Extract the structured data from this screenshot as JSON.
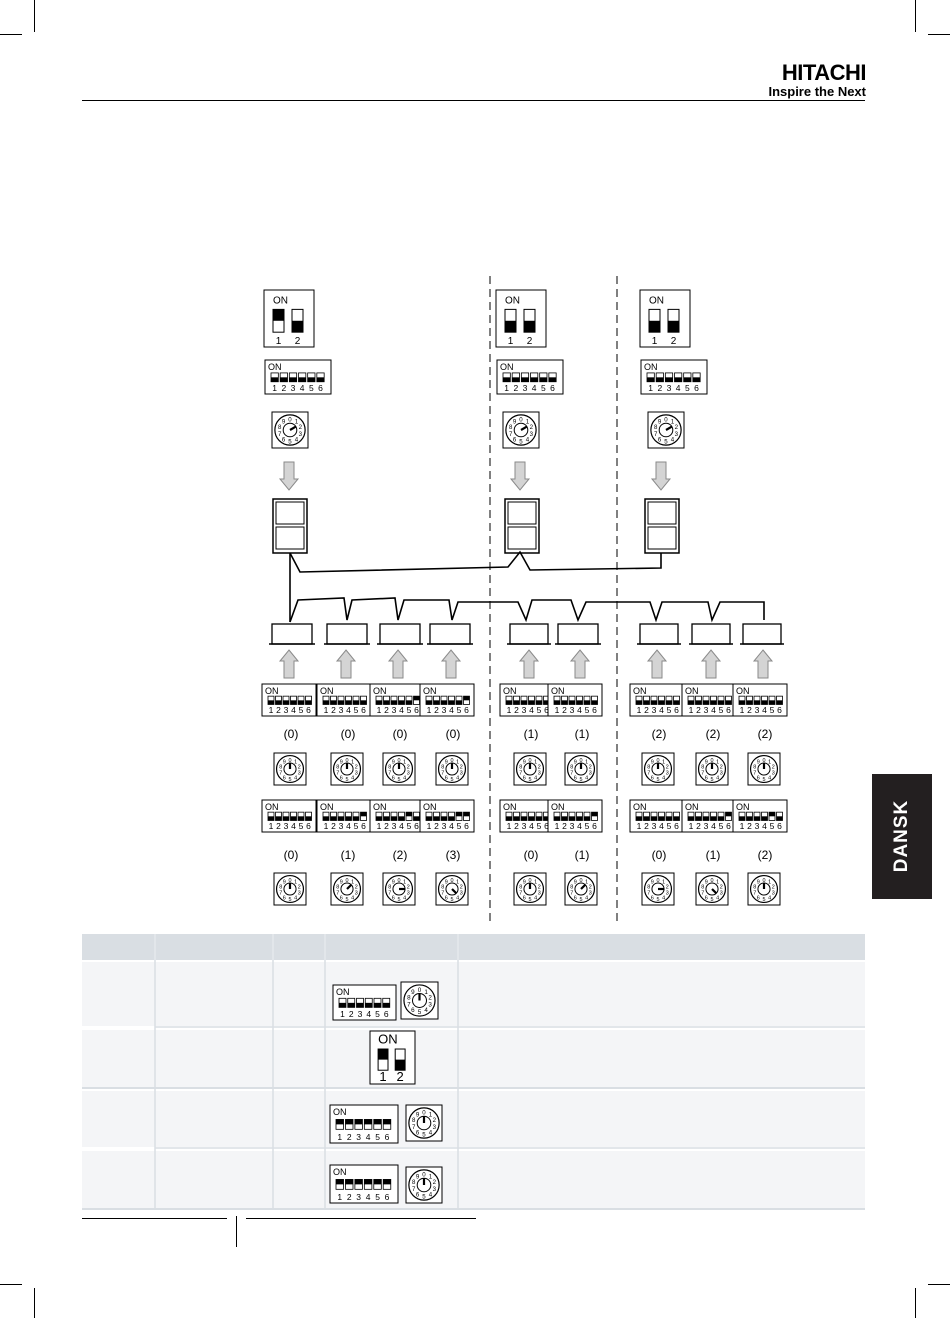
{
  "header": {
    "brand": "HITACHI",
    "tagline": "Inspire the Next"
  },
  "side_tab": {
    "label": "DANSK"
  },
  "diagram": {
    "dip_switch_labels": {
      "on": "ON",
      "two_pin": [
        "1",
        "2"
      ],
      "six_pin": [
        "1",
        "2",
        "3",
        "4",
        "5",
        "6"
      ]
    },
    "rotary_digits": [
      "0",
      "1",
      "2",
      "3",
      "4",
      "5",
      "6",
      "7",
      "8",
      "9"
    ],
    "indoor_unit_row_1_labels": [
      "(0)",
      "(0)",
      "(0)",
      "(0)",
      "(1)",
      "(1)",
      "(2)",
      "(2)",
      "(2)"
    ],
    "indoor_unit_row_2_labels": [
      "(0)",
      "(1)",
      "(2)",
      "(3)",
      "(0)",
      "(1)",
      "(0)",
      "(1)",
      "(2)"
    ]
  },
  "table": {
    "legend_dip": {
      "on": "ON",
      "two_pin": [
        "1",
        "2"
      ],
      "six_pin": [
        "1",
        "2",
        "3",
        "4",
        "5",
        "6"
      ]
    }
  }
}
